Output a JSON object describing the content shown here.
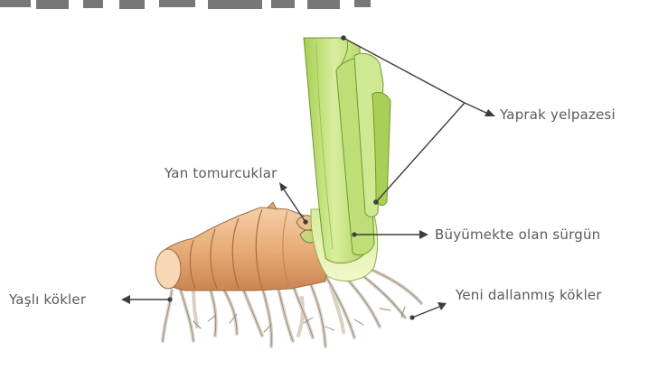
{
  "labels": {
    "leaf_fan": "Yaprak yelpazesi",
    "lateral_buds": "Yan tomurcuklar",
    "growing_shoot": "Büyümekte olan sürgün",
    "old_roots": "Yaşlı kökler",
    "new_branched_roots": "Yeni dallanmış kökler"
  },
  "colors": {
    "label_text": "#5a5a5a",
    "leader_line": "#3d3d3d",
    "leaf_light": "#d7ec9b",
    "leaf_mid": "#b6d764",
    "leaf_dark": "#7fae34",
    "rhizome_light": "#f6cfa6",
    "rhizome_mid": "#e5a06b",
    "rhizome_dark": "#c67a45",
    "root": "#e8e2d8"
  }
}
